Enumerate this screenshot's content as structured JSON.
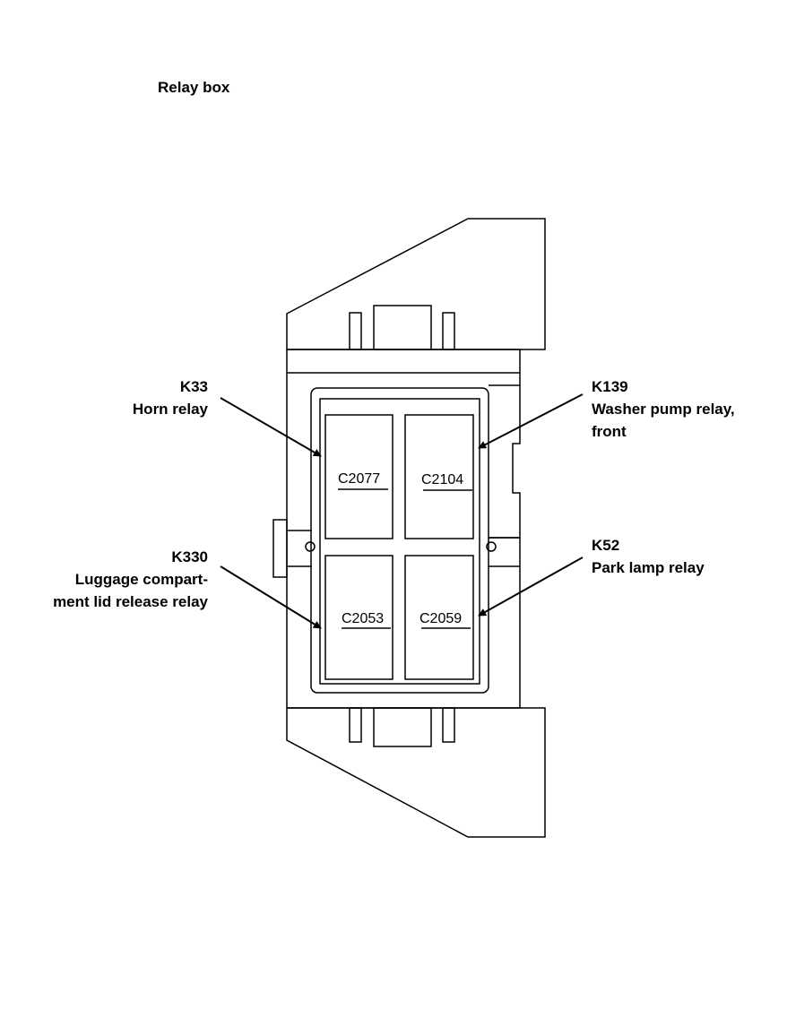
{
  "title": "Relay box",
  "callouts": {
    "k33": {
      "id": "K33",
      "label": "Horn relay"
    },
    "k139": {
      "id": "K139",
      "label_line1": "Washer pump relay,",
      "label_line2": "front"
    },
    "k330": {
      "id": "K330",
      "label_line1": "Luggage compart-",
      "label_line2": "ment lid release relay"
    },
    "k52": {
      "id": "K52",
      "label": "Park lamp relay"
    }
  },
  "connectors": {
    "top_left": "C2077",
    "top_right": "C2104",
    "bottom_left": "C2053",
    "bottom_right": "C2059"
  }
}
